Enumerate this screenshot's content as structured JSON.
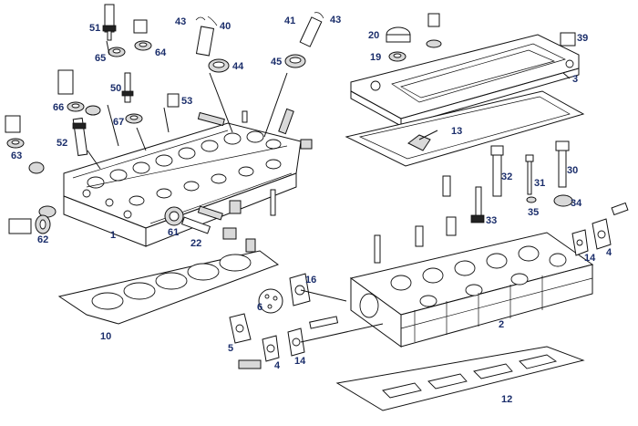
{
  "labels": {
    "p51": "51",
    "p65": "65",
    "p64": "64",
    "p43a": "43",
    "p40": "40",
    "p41": "41",
    "p43b": "43",
    "p44": "44",
    "p45": "45",
    "p50": "50",
    "p53": "53",
    "p66": "66",
    "p67": "67",
    "p52": "52",
    "p63": "63",
    "p62": "62",
    "p1": "1",
    "p61": "61",
    "p22": "22",
    "p10": "10",
    "p16": "16",
    "p6": "6",
    "p5": "5",
    "p4a": "4",
    "p14a": "14",
    "p20": "20",
    "p19": "19",
    "p39": "39",
    "p3": "3",
    "p13": "13",
    "p32": "32",
    "p31": "31",
    "p30": "30",
    "p35": "35",
    "p34": "34",
    "p33": "33",
    "p14b": "14",
    "p4b": "4",
    "p2": "2",
    "p12": "12"
  },
  "colors": {
    "label": "#1b2e6b",
    "line": "#111111",
    "background": "#ffffff"
  }
}
